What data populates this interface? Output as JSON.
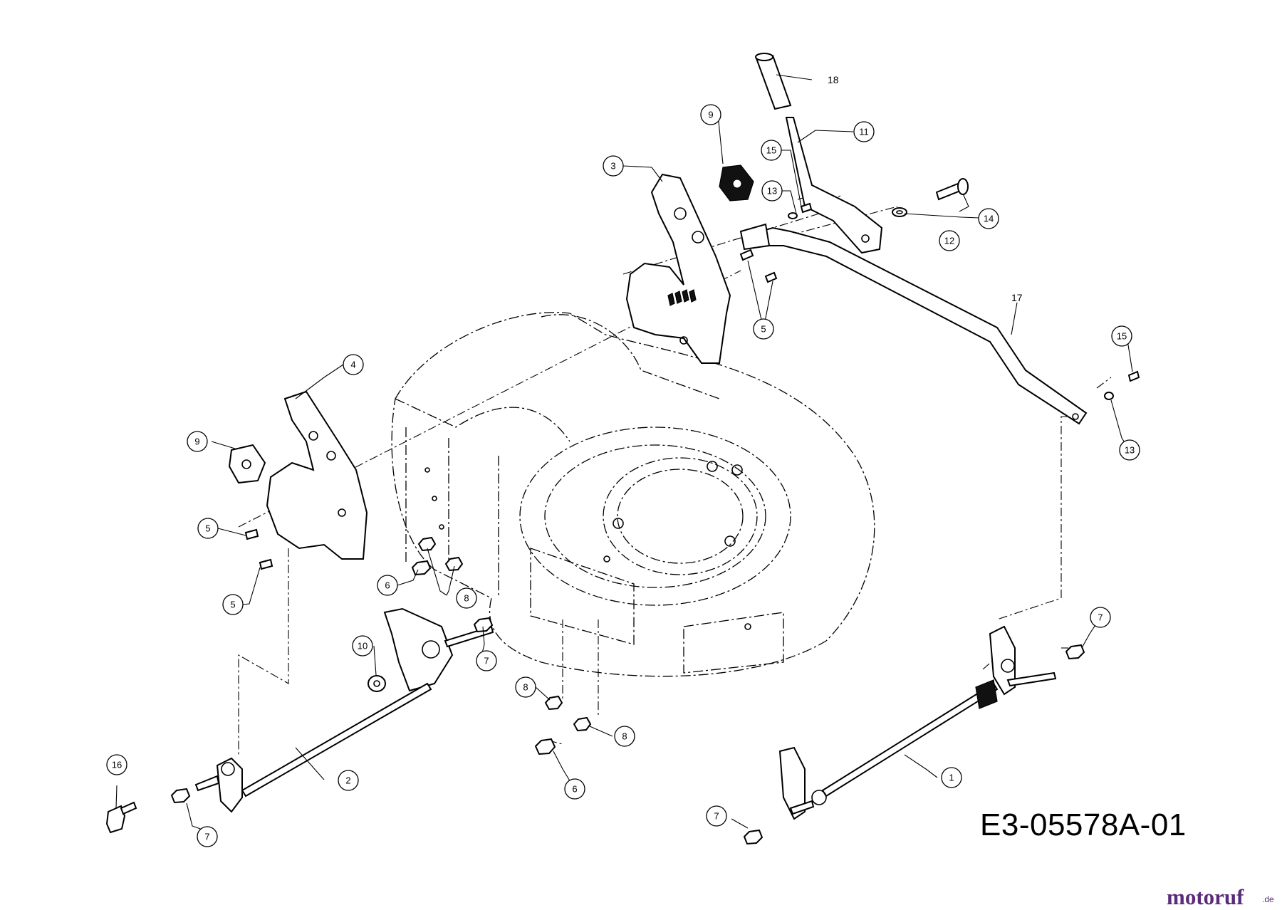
{
  "drawing_code": "E3-05578A-01",
  "brand": {
    "name": "motoruf",
    "tld": ".de"
  },
  "callouts": {
    "c1": "1",
    "c2": "2",
    "c3": "3",
    "c4": "4",
    "c5a": "5",
    "c5b": "5",
    "c5c": "5",
    "c6a": "6",
    "c6b": "6",
    "c7a": "7",
    "c7b": "7",
    "c7c": "7",
    "c7d": "7",
    "c8a": "8",
    "c8b": "8",
    "c8c": "8",
    "c9a": "9",
    "c9b": "9",
    "c10": "10",
    "c11": "11",
    "c12": "12",
    "c13a": "13",
    "c13b": "13",
    "c14": "14",
    "c15a": "15",
    "c15b": "15",
    "c16": "16",
    "c17": "17",
    "c18": "18"
  },
  "colors": {
    "line": "#000000",
    "background": "#ffffff",
    "brand": "#5a2b7a"
  }
}
